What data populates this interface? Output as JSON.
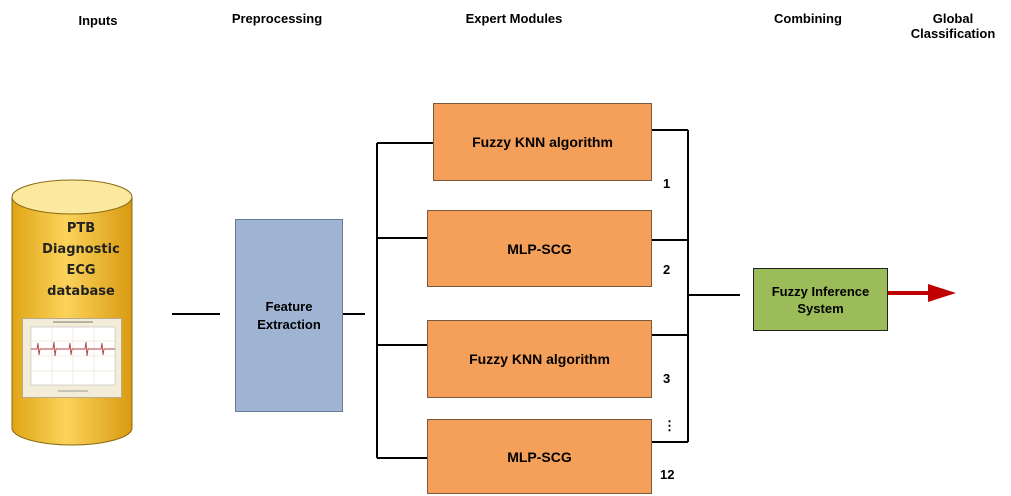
{
  "stages": {
    "inputs": "Inputs",
    "preprocessing": "Preprocessing",
    "expert_modules": "Expert Modules",
    "combining": "Combining",
    "global_line1": "Global",
    "global_line2": "Classification"
  },
  "database": {
    "line1": "PTB",
    "line2": "Diagnostic",
    "line3": "ECG",
    "line4": "database",
    "thumbnail_icon": "ecg-signal-plot"
  },
  "feature": {
    "line1": "Feature",
    "line2": "Extraction"
  },
  "experts": [
    {
      "label": "Fuzzy KNN algorithm",
      "index": "1"
    },
    {
      "label": "MLP-SCG",
      "index": "2"
    },
    {
      "label": "Fuzzy KNN algorithm",
      "index": "3"
    },
    {
      "label": "MLP-SCG",
      "index": "12"
    }
  ],
  "ellipsis": "⋮",
  "fis": {
    "line1": "Fuzzy Inference",
    "line2": "System"
  },
  "colors": {
    "database": "#f6c33a",
    "feature": "#9fb4d3",
    "expert": "#f4a05a",
    "fis": "#9cbc5a",
    "output_arrow": "#c00000"
  }
}
